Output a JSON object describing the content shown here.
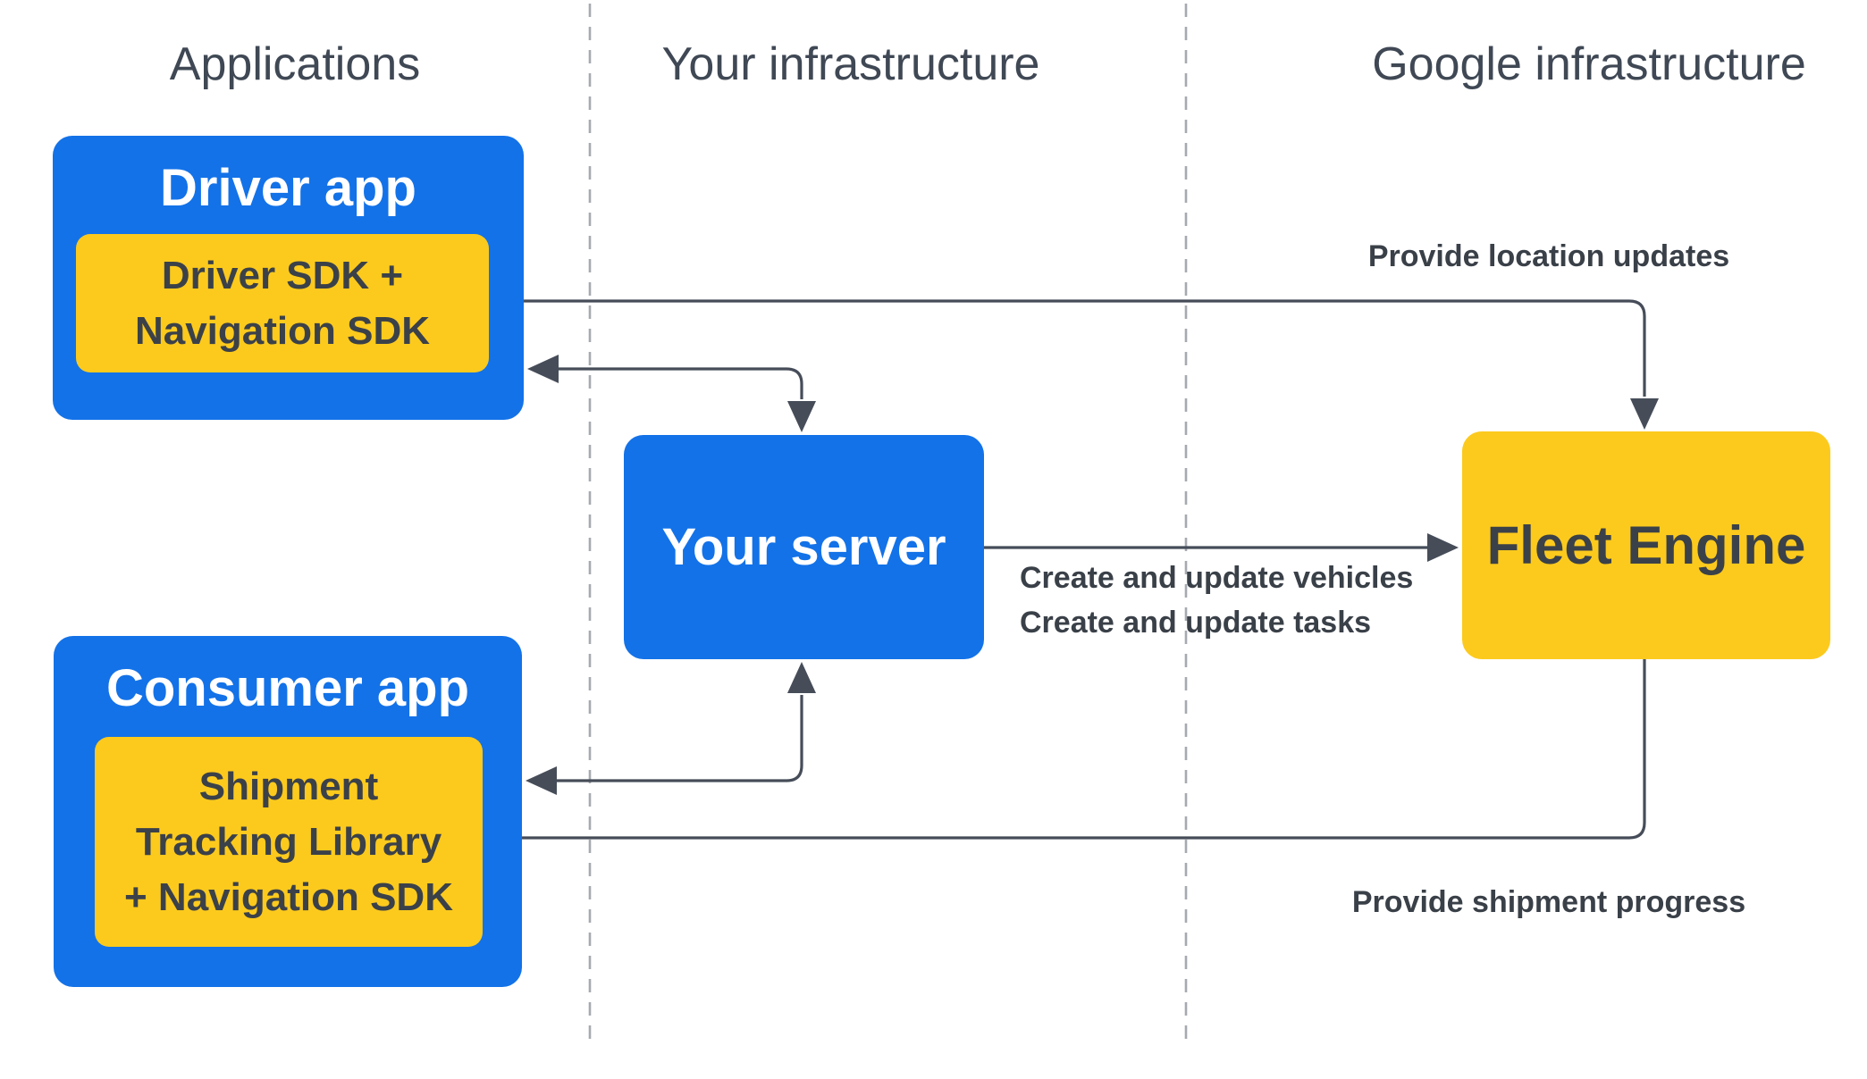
{
  "diagram": {
    "columns": [
      {
        "label": "Applications"
      },
      {
        "label": "Your infrastructure"
      },
      {
        "label": "Google infrastructure"
      }
    ],
    "nodes": {
      "driver_app": {
        "title": "Driver app",
        "sdk_lines": [
          "Driver SDK +",
          "Navigation SDK"
        ]
      },
      "your_server": {
        "title": "Your server"
      },
      "consumer_app": {
        "title": "Consumer app",
        "sdk_lines": [
          "Shipment",
          "Tracking Library",
          "+ Navigation SDK"
        ]
      },
      "fleet_engine": {
        "title": "Fleet Engine"
      }
    },
    "edge_labels": {
      "location_updates": "Provide location updates",
      "create_update_line1": "Create and update vehicles",
      "create_update_line2": "Create and update tasks",
      "shipment_progress": "Provide shipment progress"
    },
    "colors": {
      "blue": "#1372e8",
      "yellow": "#fcca1d",
      "line": "#464d59",
      "divider": "#a6aab0",
      "heading_text": "#3f4854",
      "label_text": "#3a4048",
      "title_on_blue": "#ffffff",
      "text_on_yellow": "#3b4149",
      "background": "#ffffff"
    }
  }
}
